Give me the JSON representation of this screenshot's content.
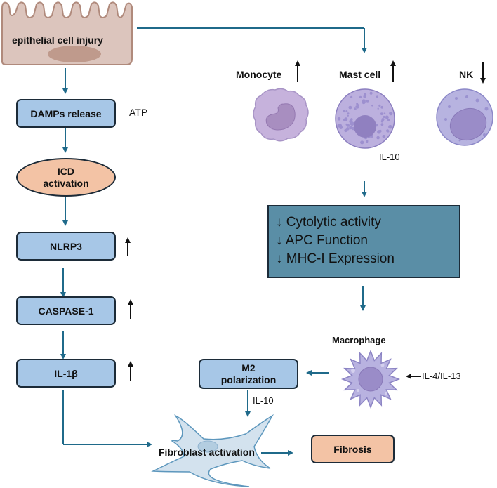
{
  "colors": {
    "connector": "#1f6a8a",
    "blue_box": "#a7c7e7",
    "peach_box": "#f3c3a5",
    "teal_box": "#5a8ea6",
    "epithelial_cell": "#dcc5bd",
    "cell_purple": "#b9a8d6"
  },
  "epithelium": {
    "label": "epithelial cell injury"
  },
  "left_pathway": {
    "damps": {
      "label": "DAMPs release",
      "annotation": "ATP"
    },
    "icd": {
      "line1": "ICD",
      "line2": "activation"
    },
    "nlrp3": {
      "label": "NLRP3",
      "trend": "↑"
    },
    "caspase": {
      "label": "CASPASE-1",
      "trend": "↑"
    },
    "il1b": {
      "label": "IL-1β",
      "trend": "↑"
    }
  },
  "immune_cells": {
    "monocyte": {
      "label": "Monocyte",
      "trend": "↑"
    },
    "mast_cell": {
      "label": "Mast cell",
      "trend": "↑",
      "secretes": "IL-10"
    },
    "nk": {
      "label": "NK",
      "trend": "↓"
    }
  },
  "effects_box": {
    "items": [
      "↓ Cytolytic activity",
      "↓ APC Function",
      "↓ MHC-I Expression"
    ]
  },
  "macrophage": {
    "label": "Macrophage",
    "stimulus": "IL-4/IL-13"
  },
  "m2": {
    "line1": "M2",
    "line2": "polarization",
    "secretes": "IL-10"
  },
  "fibroblast": {
    "label": "Fibroblast activation"
  },
  "outcome": {
    "label": "Fibrosis"
  }
}
